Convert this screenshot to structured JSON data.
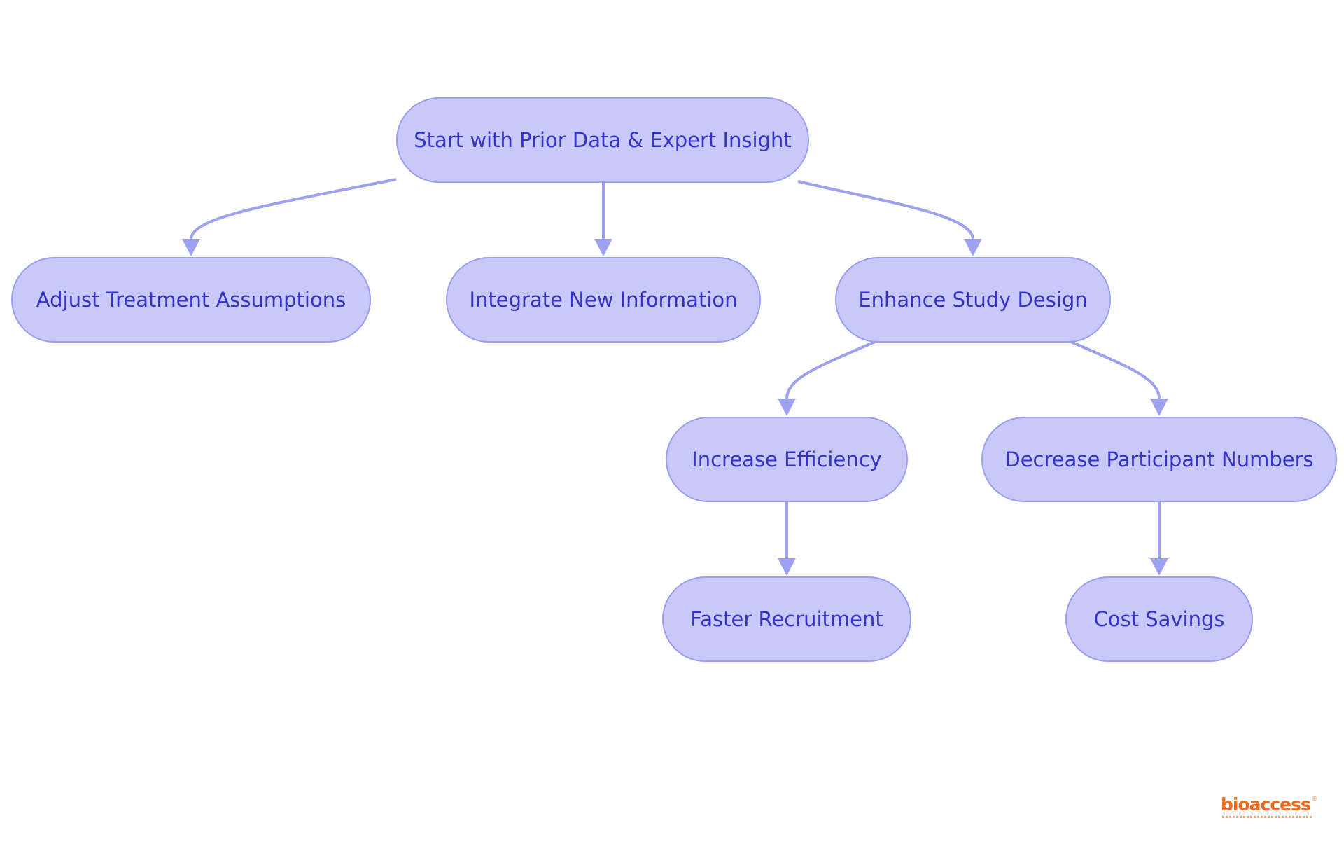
{
  "diagram": {
    "nodes": [
      {
        "id": "start",
        "label": "Start with Prior Data & Expert Insight"
      },
      {
        "id": "adjust",
        "label": "Adjust Treatment Assumptions"
      },
      {
        "id": "integrate",
        "label": "Integrate New Information"
      },
      {
        "id": "enhance",
        "label": "Enhance Study Design"
      },
      {
        "id": "efficiency",
        "label": "Increase Efficiency"
      },
      {
        "id": "decrease",
        "label": "Decrease Participant Numbers"
      },
      {
        "id": "faster",
        "label": "Faster Recruitment"
      },
      {
        "id": "cost",
        "label": "Cost Savings"
      }
    ],
    "edges": [
      {
        "from": "start",
        "to": "adjust"
      },
      {
        "from": "start",
        "to": "integrate"
      },
      {
        "from": "start",
        "to": "enhance"
      },
      {
        "from": "enhance",
        "to": "efficiency"
      },
      {
        "from": "enhance",
        "to": "decrease"
      },
      {
        "from": "efficiency",
        "to": "faster"
      },
      {
        "from": "decrease",
        "to": "cost"
      }
    ],
    "colors": {
      "node_fill": "#c8c8fb",
      "node_border": "#9a9ef0",
      "node_text": "#3333c8",
      "edge": "#9da1f0"
    }
  },
  "logo": {
    "text": "bioaccess",
    "mark": "®",
    "color": "#f26a1b"
  }
}
